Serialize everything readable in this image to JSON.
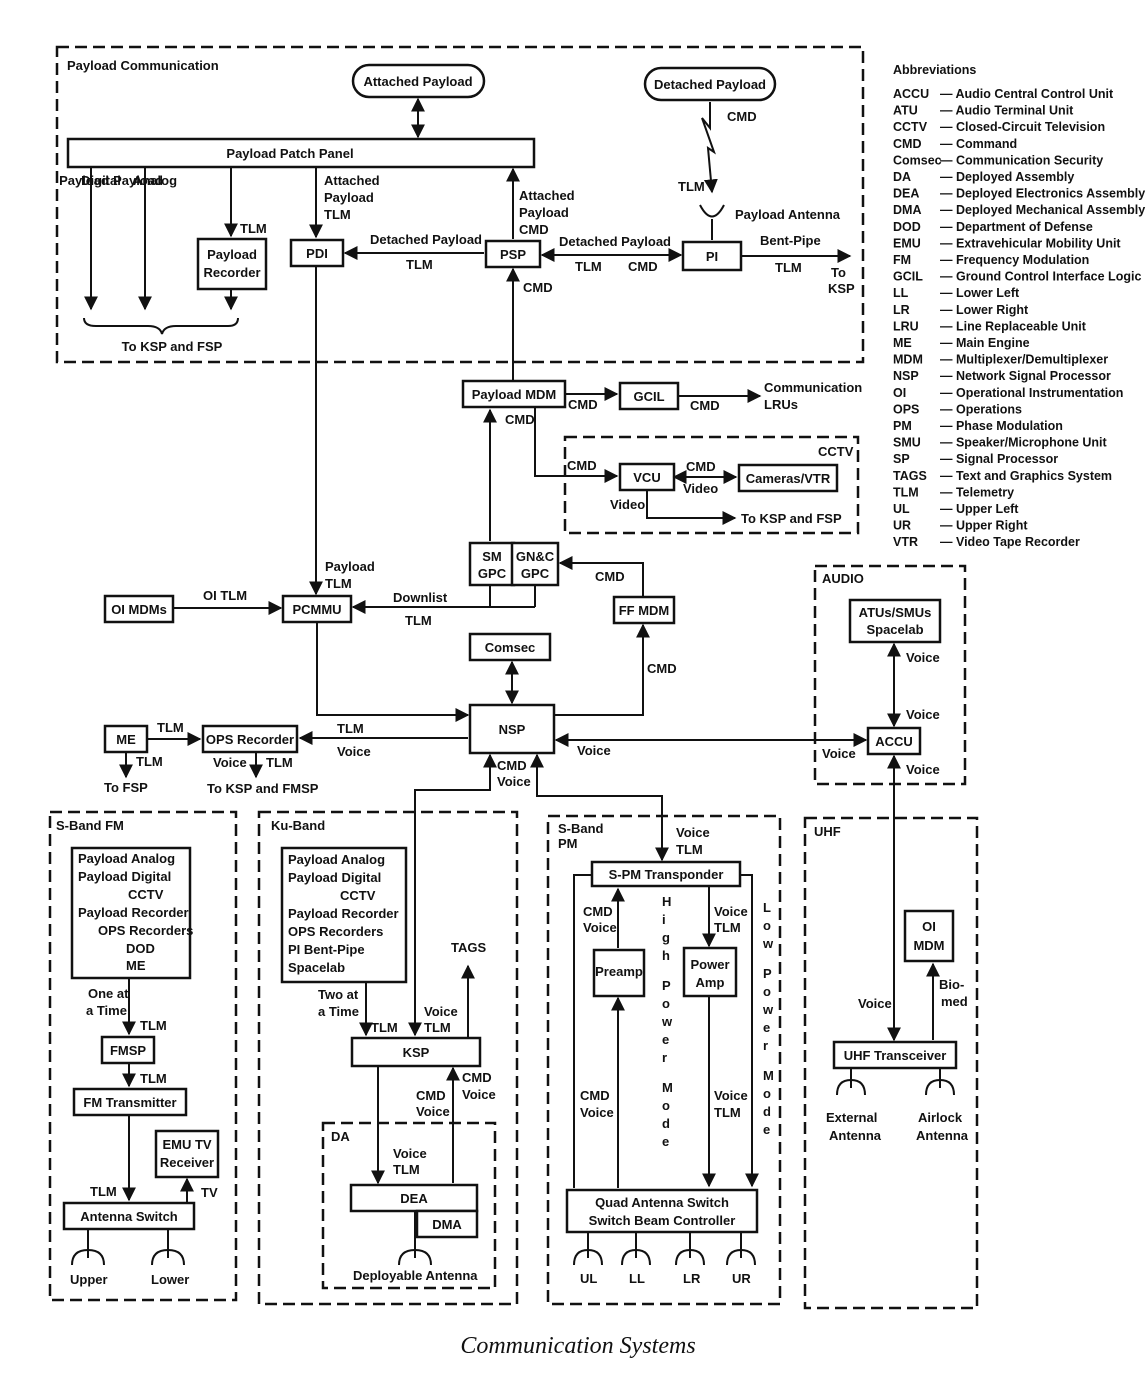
{
  "regions": {
    "payload_comm": "Payload Communication",
    "cctv": "CCTV",
    "audio": "AUDIO",
    "sband_fm": "S-Band FM",
    "ku_band": "Ku-Band",
    "da": "DA",
    "sband_pm": [
      "S-Band",
      "PM"
    ],
    "uhf": "UHF"
  },
  "boxes": {
    "attached_payload": "Attached Payload",
    "detached_payload": "Detached Payload",
    "payload_patch_panel": "Payload Patch Panel",
    "payload_recorder": [
      "Payload",
      "Recorder"
    ],
    "pdi": "PDI",
    "psp": "PSP",
    "pi": "PI",
    "payload_mdm": "Payload MDM",
    "gcil": "GCIL",
    "vcu": "VCU",
    "cameras_vtr": "Cameras/VTR",
    "sm_gpc": [
      "SM",
      "GPC"
    ],
    "gnc_gpc": [
      "GN&C",
      "GPC"
    ],
    "oi_mdms": "OI MDMs",
    "pcmmu": "PCMMU",
    "ff_mdm": "FF MDM",
    "comsec": "Comsec",
    "nsp": "NSP",
    "me": "ME",
    "ops_recorder": "OPS Recorder",
    "atus_smus": [
      "ATUs/SMUs",
      "Spacelab"
    ],
    "accu": "ACCU",
    "sband_fm_list": [
      "Payload Analog",
      "Payload Digital",
      "CCTV",
      "Payload Recorder",
      "OPS Recorders",
      "DOD",
      "ME"
    ],
    "fmsp": "FMSP",
    "fm_transmitter": "FM Transmitter",
    "emu_tv_receiver": [
      "EMU TV",
      "Receiver"
    ],
    "antenna_switch": "Antenna Switch",
    "ku_list": [
      "Payload Analog",
      "Payload Digital",
      "CCTV",
      "Payload Recorder",
      "OPS Recorders",
      "PI Bent-Pipe",
      "Spacelab"
    ],
    "ksp": "KSP",
    "dea": "DEA",
    "dma": "DMA",
    "spm_transponder": "S-PM Transponder",
    "preamp": "Preamp",
    "power_amp": [
      "Power",
      "Amp"
    ],
    "quad_switch": [
      "Quad Antenna Switch",
      "Switch Beam Controller"
    ],
    "oi_mdm": [
      "OI",
      "MDM"
    ],
    "uhf_transceiver": "UHF Transceiver"
  },
  "labels": {
    "payload_vert": [
      "Payload",
      "Digital",
      "Payload",
      "Analog"
    ],
    "to_ksp_fsp": "To KSP and FSP",
    "tlm": "TLM",
    "cmd": "CMD",
    "voice": "Voice",
    "video": "Video",
    "attached_payload_tlm": [
      "Attached",
      "Payload",
      "TLM"
    ],
    "attached_payload_cmd": [
      "Attached",
      "Payload",
      "CMD"
    ],
    "detached_payload": "Detached Payload",
    "payload_antenna": "Payload Antenna",
    "bent_pipe": "Bent-Pipe",
    "to_ksp": [
      "To",
      "KSP"
    ],
    "communication_lrus": [
      "Communication",
      "LRUs"
    ],
    "to_ksp_and_fsp": "To KSP and FSP",
    "payload_tlm": [
      "Payload",
      "TLM"
    ],
    "oi_tlm": "OI TLM",
    "downlist": "Downlist",
    "to_fsp": "To FSP",
    "to_ksp_fmsp": "To KSP and FMSP",
    "cmd_voice": [
      "CMD",
      "Voice"
    ],
    "voice_tlm": [
      "Voice",
      "TLM"
    ],
    "one_at_a_time": [
      "One at",
      "a Time"
    ],
    "two_at_a_time": [
      "Two at",
      "a Time"
    ],
    "tags": "TAGS",
    "tv": "TV",
    "upper": "Upper",
    "lower": "Lower",
    "deployable_antenna": "Deployable Antenna",
    "high_power_mode": "High Power Mode",
    "low_power_mode": "Low Power Mode",
    "ul": "UL",
    "ll": "LL",
    "lr": "LR",
    "ur": "UR",
    "bio_med": [
      "Bio-",
      "med"
    ],
    "external_antenna": [
      "External",
      "Antenna"
    ],
    "airlock_antenna": [
      "Airlock",
      "Antenna"
    ]
  },
  "abbreviations": {
    "title": "Abbreviations",
    "items": [
      {
        "abbr": "ACCU",
        "def": "Audio Central Control Unit"
      },
      {
        "abbr": "ATU",
        "def": "Audio Terminal Unit"
      },
      {
        "abbr": "CCTV",
        "def": "Closed-Circuit Television"
      },
      {
        "abbr": "CMD",
        "def": "Command"
      },
      {
        "abbr": "Comsec",
        "def": "Communication Security"
      },
      {
        "abbr": "DA",
        "def": "Deployed Assembly"
      },
      {
        "abbr": "DEA",
        "def": "Deployed Electronics Assembly"
      },
      {
        "abbr": "DMA",
        "def": "Deployed Mechanical Assembly"
      },
      {
        "abbr": "DOD",
        "def": "Department of Defense"
      },
      {
        "abbr": "EMU",
        "def": "Extravehicular Mobility Unit"
      },
      {
        "abbr": "FM",
        "def": "Frequency Modulation"
      },
      {
        "abbr": "GCIL",
        "def": "Ground Control Interface Logic"
      },
      {
        "abbr": "LL",
        "def": "Lower Left"
      },
      {
        "abbr": "LR",
        "def": "Lower Right"
      },
      {
        "abbr": "LRU",
        "def": "Line Replaceable Unit"
      },
      {
        "abbr": "ME",
        "def": "Main Engine"
      },
      {
        "abbr": "MDM",
        "def": "Multiplexer/Demultiplexer"
      },
      {
        "abbr": "NSP",
        "def": "Network Signal Processor"
      },
      {
        "abbr": "OI",
        "def": "Operational Instrumentation"
      },
      {
        "abbr": "OPS",
        "def": "Operations"
      },
      {
        "abbr": "PM",
        "def": "Phase Modulation"
      },
      {
        "abbr": "SMU",
        "def": "Speaker/Microphone Unit"
      },
      {
        "abbr": "SP",
        "def": "Signal Processor"
      },
      {
        "abbr": "TAGS",
        "def": "Text and Graphics System"
      },
      {
        "abbr": "TLM",
        "def": "Telemetry"
      },
      {
        "abbr": "UL",
        "def": "Upper Left"
      },
      {
        "abbr": "UR",
        "def": "Upper Right"
      },
      {
        "abbr": "VTR",
        "def": "Video Tape Recorder"
      }
    ]
  },
  "caption": "Communication Systems"
}
